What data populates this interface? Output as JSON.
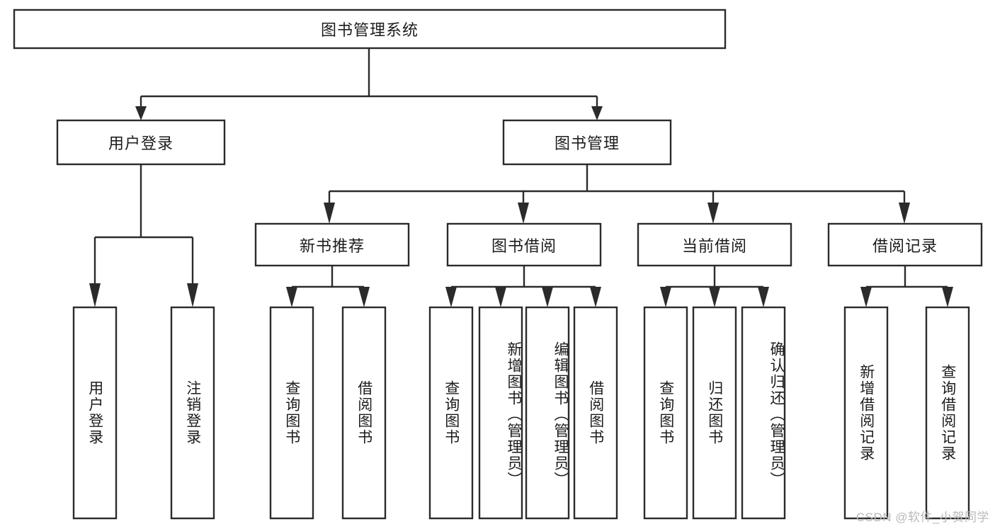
{
  "diagram": {
    "title": "图书管理系统",
    "watermark": "CSDN @软件_小贺同学",
    "style": {
      "box_fill": "#ffffff",
      "box_stroke": "#2b2b2b",
      "text_color": "#1c1c1c",
      "watermark_color": "#b9b9b9",
      "background": "#ffffff"
    },
    "levels": [
      {
        "level": 1,
        "nodes": [
          {
            "id": "root",
            "label": "图书管理系统",
            "orientation": "horizontal"
          }
        ]
      },
      {
        "level": 2,
        "nodes": [
          {
            "id": "login",
            "label": "用户登录",
            "orientation": "horizontal",
            "parent": "root"
          },
          {
            "id": "bookmgmt",
            "label": "图书管理",
            "orientation": "horizontal",
            "parent": "root"
          }
        ]
      },
      {
        "level": 3,
        "nodes": [
          {
            "id": "newbook",
            "label": "新书推荐",
            "orientation": "horizontal",
            "parent": "bookmgmt"
          },
          {
            "id": "borrow",
            "label": "图书借阅",
            "orientation": "horizontal",
            "parent": "bookmgmt"
          },
          {
            "id": "current",
            "label": "当前借阅",
            "orientation": "horizontal",
            "parent": "bookmgmt"
          },
          {
            "id": "records",
            "label": "借阅记录",
            "orientation": "horizontal",
            "parent": "bookmgmt"
          }
        ]
      },
      {
        "level": 4,
        "nodes": [
          {
            "id": "leaf-1",
            "label": "用户登录",
            "orientation": "vertical",
            "parent": "login"
          },
          {
            "id": "leaf-2",
            "label": "注销登录",
            "orientation": "vertical",
            "parent": "login"
          },
          {
            "id": "leaf-3",
            "label": "查询图书",
            "orientation": "vertical",
            "parent": "newbook"
          },
          {
            "id": "leaf-4",
            "label": "借阅图书",
            "orientation": "vertical",
            "parent": "newbook"
          },
          {
            "id": "leaf-5",
            "label": "查询图书",
            "orientation": "vertical",
            "parent": "borrow"
          },
          {
            "id": "leaf-6",
            "label": "新增图书（管理员）",
            "orientation": "vertical",
            "parent": "borrow"
          },
          {
            "id": "leaf-7",
            "label": "编辑图书（管理员）",
            "orientation": "vertical",
            "parent": "borrow"
          },
          {
            "id": "leaf-8",
            "label": "借阅图书",
            "orientation": "vertical",
            "parent": "borrow"
          },
          {
            "id": "leaf-9",
            "label": "查询图书",
            "orientation": "vertical",
            "parent": "current"
          },
          {
            "id": "leaf-10",
            "label": "归还图书",
            "orientation": "vertical",
            "parent": "current"
          },
          {
            "id": "leaf-11",
            "label": "确认归还（管理员）",
            "orientation": "vertical",
            "parent": "current"
          },
          {
            "id": "leaf-12",
            "label": "新增借阅记录",
            "orientation": "vertical",
            "parent": "records"
          },
          {
            "id": "leaf-13",
            "label": "查询借阅记录",
            "orientation": "vertical",
            "parent": "records"
          }
        ]
      }
    ]
  }
}
